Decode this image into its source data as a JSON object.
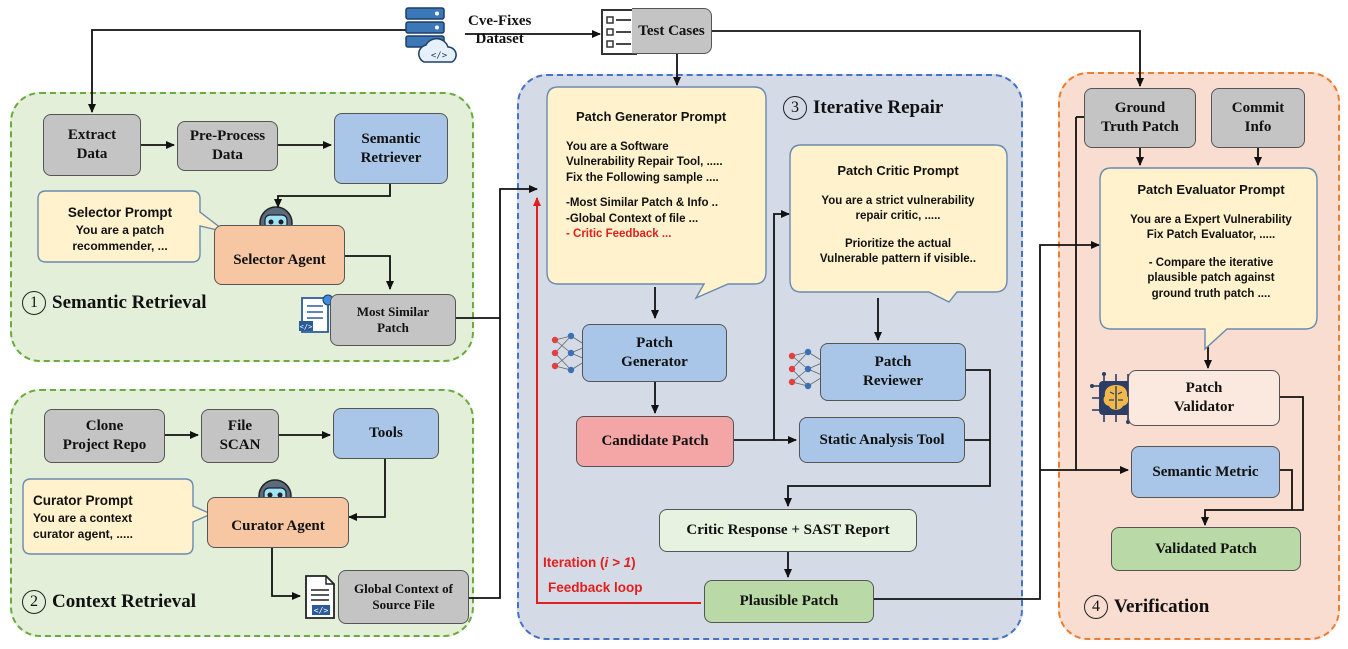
{
  "dataset": {
    "label_line1": "Cve-Fixes",
    "label_line2": "Dataset"
  },
  "test_cases": {
    "label": "Test Cases"
  },
  "semantic_retrieval": {
    "number": "1",
    "title": "Semantic Retrieval",
    "extract": [
      "Extract",
      "Data"
    ],
    "preprocess": [
      "Pre-Process",
      "Data"
    ],
    "retriever": [
      "Semantic",
      "Retriever"
    ],
    "prompt_title": "Selector Prompt",
    "prompt_body": [
      "You are a patch",
      "recommender, ..."
    ],
    "agent": "Selector Agent",
    "output": [
      "Most Similar",
      "Patch"
    ]
  },
  "context_retrieval": {
    "number": "2",
    "title": "Context Retrieval",
    "clone": [
      "Clone",
      "Project Repo"
    ],
    "scan": [
      "File",
      "SCAN"
    ],
    "tools": "Tools",
    "prompt_title": "Curator Prompt",
    "prompt_body": [
      "You are a context",
      "curator agent, ....."
    ],
    "agent": "Curator Agent",
    "output": [
      "Global Context of",
      "Source File"
    ]
  },
  "iterative_repair": {
    "number": "3",
    "title": "Iterative Repair",
    "gen_prompt_title": "Patch Generator Prompt",
    "gen_prompt_lines": [
      "You are a Software",
      "Vulnerability Repair Tool, .....",
      "Fix the Following sample ....",
      "",
      "-Most Similar Patch & Info ..",
      "-Global Context of file ..."
    ],
    "gen_prompt_red": "- Critic Feedback ...",
    "critic_prompt_title": "Patch Critic Prompt",
    "critic_prompt_lines": [
      "You are a strict vulnerability",
      "repair critic, .....",
      "",
      "Prioritize the actual",
      "Vulnerable pattern if visible.."
    ],
    "generator": [
      "Patch",
      "Generator"
    ],
    "reviewer": [
      "Patch",
      "Reviewer"
    ],
    "candidate": "Candidate Patch",
    "static_tool": "Static Analysis Tool",
    "critic_response": "Critic Response + SAST Report",
    "plausible": "Plausible  Patch",
    "iteration_prefix": "Iteration (",
    "iteration_var": "i > 1",
    "iteration_suffix": ")",
    "feedback": "Feedback loop"
  },
  "verification": {
    "number": "4",
    "title": "Verification",
    "ground_truth": [
      "Ground",
      "Truth Patch"
    ],
    "commit": [
      "Commit",
      "Info"
    ],
    "eval_prompt_title": "Patch Evaluator Prompt",
    "eval_prompt_lines": [
      "You are a Expert Vulnerability",
      "Fix Patch Evaluator, .....",
      "",
      "- Compare the iterative",
      "plausible patch against",
      "ground truth patch ...."
    ],
    "validator": [
      "Patch",
      "Validator"
    ],
    "metric": "Semantic Metric",
    "validated": "Validated Patch"
  },
  "colors": {
    "semantic_panel": "#e3efd9",
    "semantic_border": "#6aaa3e",
    "repair_panel": "#d4dbe6",
    "repair_border": "#4472c4",
    "verify_panel": "#f8ddd0",
    "verify_border": "#ed7d31",
    "prompt_fill": "#fff2cc",
    "feedback_red": "#e0201c"
  },
  "icons": [
    "database-icon",
    "checklist-icon",
    "robot-icon",
    "document-icon",
    "code-file-icon",
    "neural-network-icon",
    "brain-chip-icon"
  ]
}
